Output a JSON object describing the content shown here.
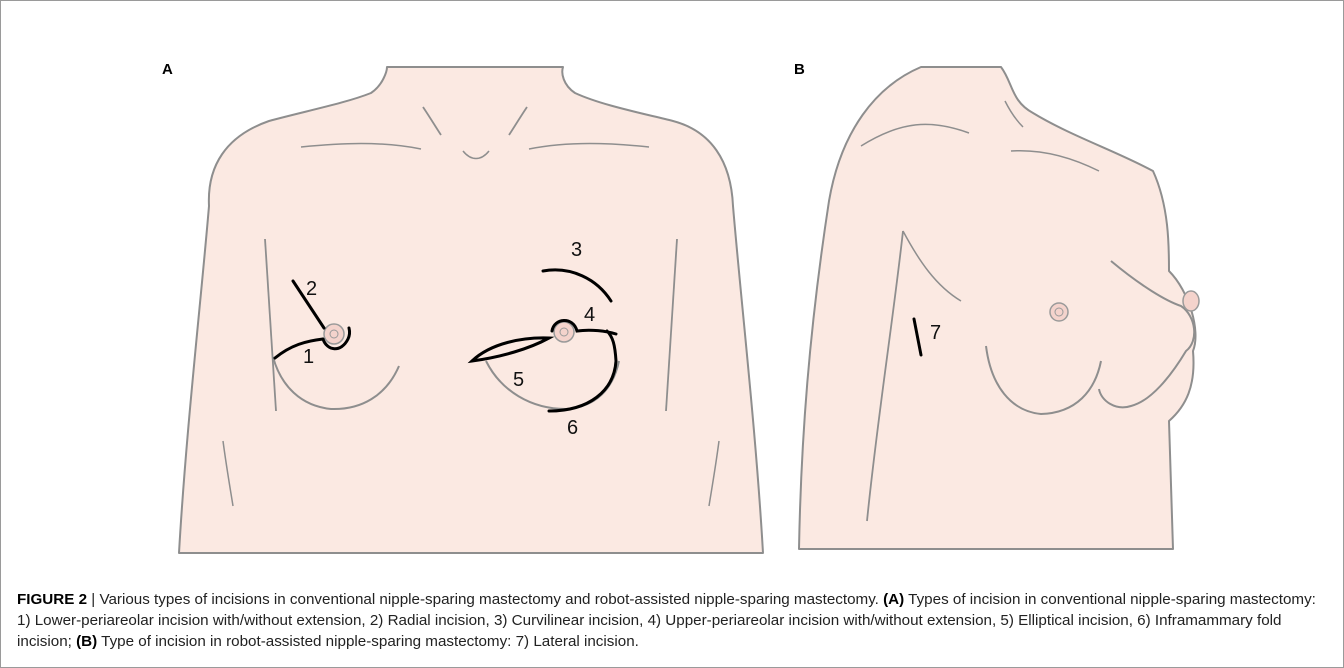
{
  "panels": {
    "a_label": "A",
    "b_label": "B"
  },
  "incision_numbers": [
    "1",
    "2",
    "3",
    "4",
    "5",
    "6",
    "7"
  ],
  "caption": {
    "figure_label": "FIGURE 2",
    "separator": " | ",
    "intro": "Various types of incisions in conventional nipple-sparing mastectomy and robot-assisted nipple-sparing mastectomy. ",
    "a_ref": "(A)",
    "a_text": " Types of incision in conventional nipple-sparing mastectomy: 1) Lower-periareolar incision with/without extension, 2) Radial incision, 3) Curvilinear incision, 4) Upper-periareolar incision with/without extension, 5) Elliptical incision, 6) Inframammary fold incision; ",
    "b_ref": "(B)",
    "b_text": " Type of incision in robot-assisted nipple-sparing mastectomy: 7) Lateral incision."
  },
  "colors": {
    "skin": "#fbe9e2",
    "outline": "#8e8e8e",
    "nipple": "#f4d3cc",
    "incision": "#000000"
  }
}
